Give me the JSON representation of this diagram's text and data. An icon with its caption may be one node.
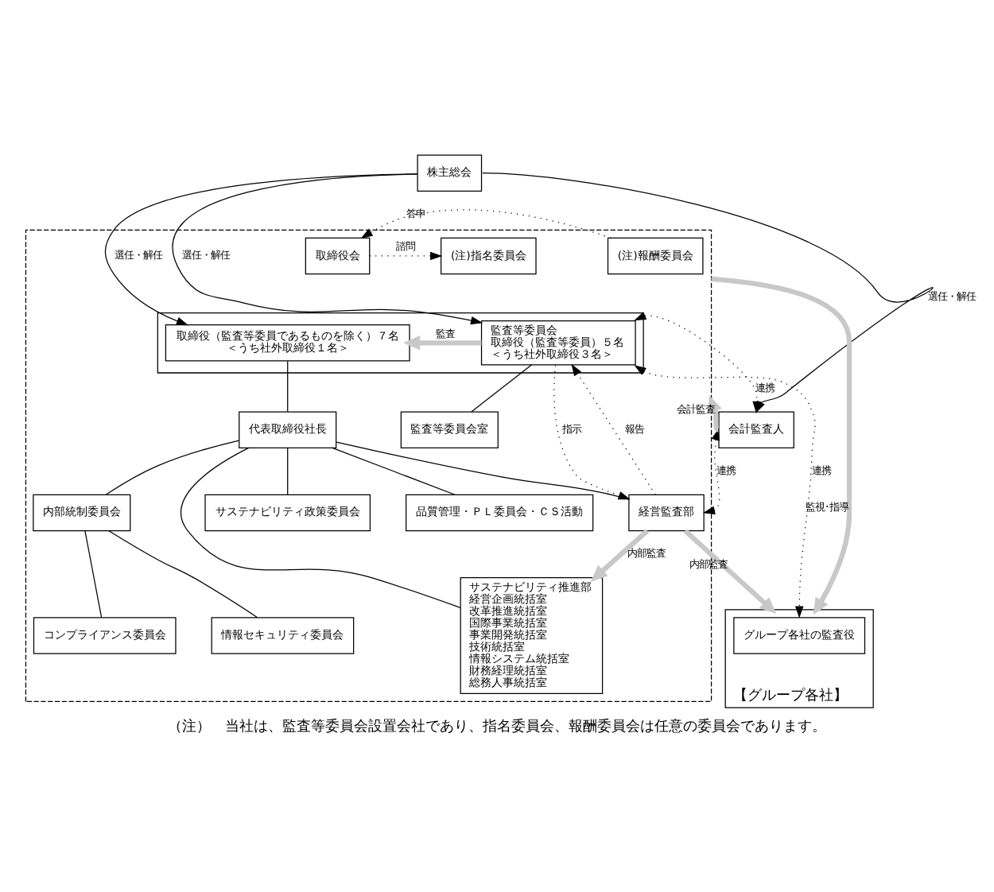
{
  "diagram": {
    "caption": "（注）　当社は、監査等委員会設置会社であり、指名委員会、報酬委員会は任意の委員会であります。",
    "nodes": [
      {
        "text": [
          "株主総会"
        ]
      },
      {
        "text": [],
        "shape": "box"
      },
      {
        "text": [
          "取締役会"
        ],
        "in": 1
      },
      {
        "text": [
          "(注)指名委員会"
        ],
        "in": 1
      },
      {
        "text": [
          "(注)報酬委員会"
        ],
        "in": 1
      },
      {
        "text": [],
        "shape": "box",
        "in": 1
      },
      {
        "text": [
          "取締役（監査等委員であるものを除く）７名",
          "＜うち社外取締役１名＞"
        ],
        "in": 5
      },
      {
        "text": [
          "監査等委員会",
          "取締役（監査等委員）５名",
          "＜うち社外取締役３名＞"
        ],
        "in": 5
      },
      {
        "text": [
          "代表取締役社長"
        ],
        "in": 1
      },
      {
        "text": [
          "監査等委員会室"
        ],
        "in": 1
      },
      {
        "text": [
          "内部統制委員会"
        ],
        "in": 1
      },
      {
        "text": [
          "サステナビリティ政策委員会"
        ],
        "in": 1
      },
      {
        "text": [
          "品質管理・ＰＬ委員会・ＣＳ活動"
        ],
        "in": 1
      },
      {
        "text": [
          "情報セキュリティ委員会"
        ],
        "in": 1
      },
      {
        "text": [
          "コンプライアンス委員会"
        ],
        "in": 1
      },
      {
        "text": [
          "サステナビリティ推進部",
          "経営企画統括室",
          "改革推進統括室",
          "国際事業統括室",
          "事業開発統括室",
          "技術統括室",
          "情報システム統括室",
          "財務経理統括室",
          "総務人事統括室"
        ],
        "in": 1
      },
      {
        "text": [
          "経営監査部"
        ],
        "in": 1
      },
      {
        "text": [
          "会計監査人"
        ]
      },
      {
        "text": [
          "【グループ各社】"
        ]
      },
      {
        "text": [
          "グループ各社の監査役"
        ],
        "in": 18
      }
    ],
    "edges": [
      {
        "from": 0,
        "to": 6,
        "arrow": "to",
        "label": "選任・解任"
      },
      {
        "from": 0,
        "to": 7,
        "arrow": "to",
        "label": "選任・解任"
      },
      {
        "from": 0,
        "to": 17,
        "arrow": "to",
        "label": "選任・解任"
      },
      {
        "from": 2,
        "to": 3,
        "arrow": "to",
        "label": "諮問",
        "style": "dashed"
      },
      {
        "from": 4,
        "to": 2,
        "arrow": "to",
        "label": "答申",
        "style": "dashed"
      },
      {
        "from": 6,
        "to": 8,
        "arrow": "none"
      },
      {
        "from": 7,
        "to": 9,
        "arrow": "none"
      },
      {
        "from": 8,
        "to": 11,
        "arrow": "none"
      },
      {
        "from": 8,
        "to": 12,
        "arrow": "none"
      },
      {
        "from": 8,
        "to": 10,
        "arrow": "none"
      },
      {
        "from": 8,
        "to": 15,
        "arrow": "none"
      },
      {
        "from": 8,
        "to": 16,
        "arrow": "none"
      },
      {
        "from": 10,
        "to": 13,
        "arrow": "none"
      },
      {
        "from": 10,
        "to": 14,
        "arrow": "none"
      },
      {
        "from": 7,
        "to": 6,
        "arrow": "to",
        "label": "監査",
        "style": "thick",
        "color": "#c8c8c8"
      },
      {
        "from": 7,
        "to": 17,
        "arrow": "both",
        "label": "連携",
        "style": "dashed"
      },
      {
        "from": 7,
        "to": 16,
        "arrow": "to",
        "label": "指示",
        "style": "dashed"
      },
      {
        "from": 16,
        "to": 7,
        "arrow": "to",
        "label": "報告",
        "style": "dashed"
      },
      {
        "from": 17,
        "to": 1,
        "arrow": "to",
        "label": "会計監査",
        "style": "thick",
        "color": "#c8c8c8"
      },
      {
        "from": 16,
        "to": 15,
        "arrow": "to",
        "label": "内部監査",
        "style": "thick",
        "color": "#c8c8c8"
      },
      {
        "from": 16,
        "to": 17,
        "arrow": "both",
        "label": "連携",
        "style": "dashed"
      },
      {
        "from": 7,
        "to": 19,
        "arrow": "both",
        "label": "連携",
        "style": "dashed"
      },
      {
        "from": 16,
        "to": 18,
        "arrow": "to",
        "label": "内部監査",
        "style": "thick",
        "color": "#c8c8c8"
      },
      {
        "from": 1,
        "to": 18,
        "arrow": "to",
        "label": "監視･指導",
        "style": "thick",
        "color": "#c8c8c8"
      }
    ]
  }
}
